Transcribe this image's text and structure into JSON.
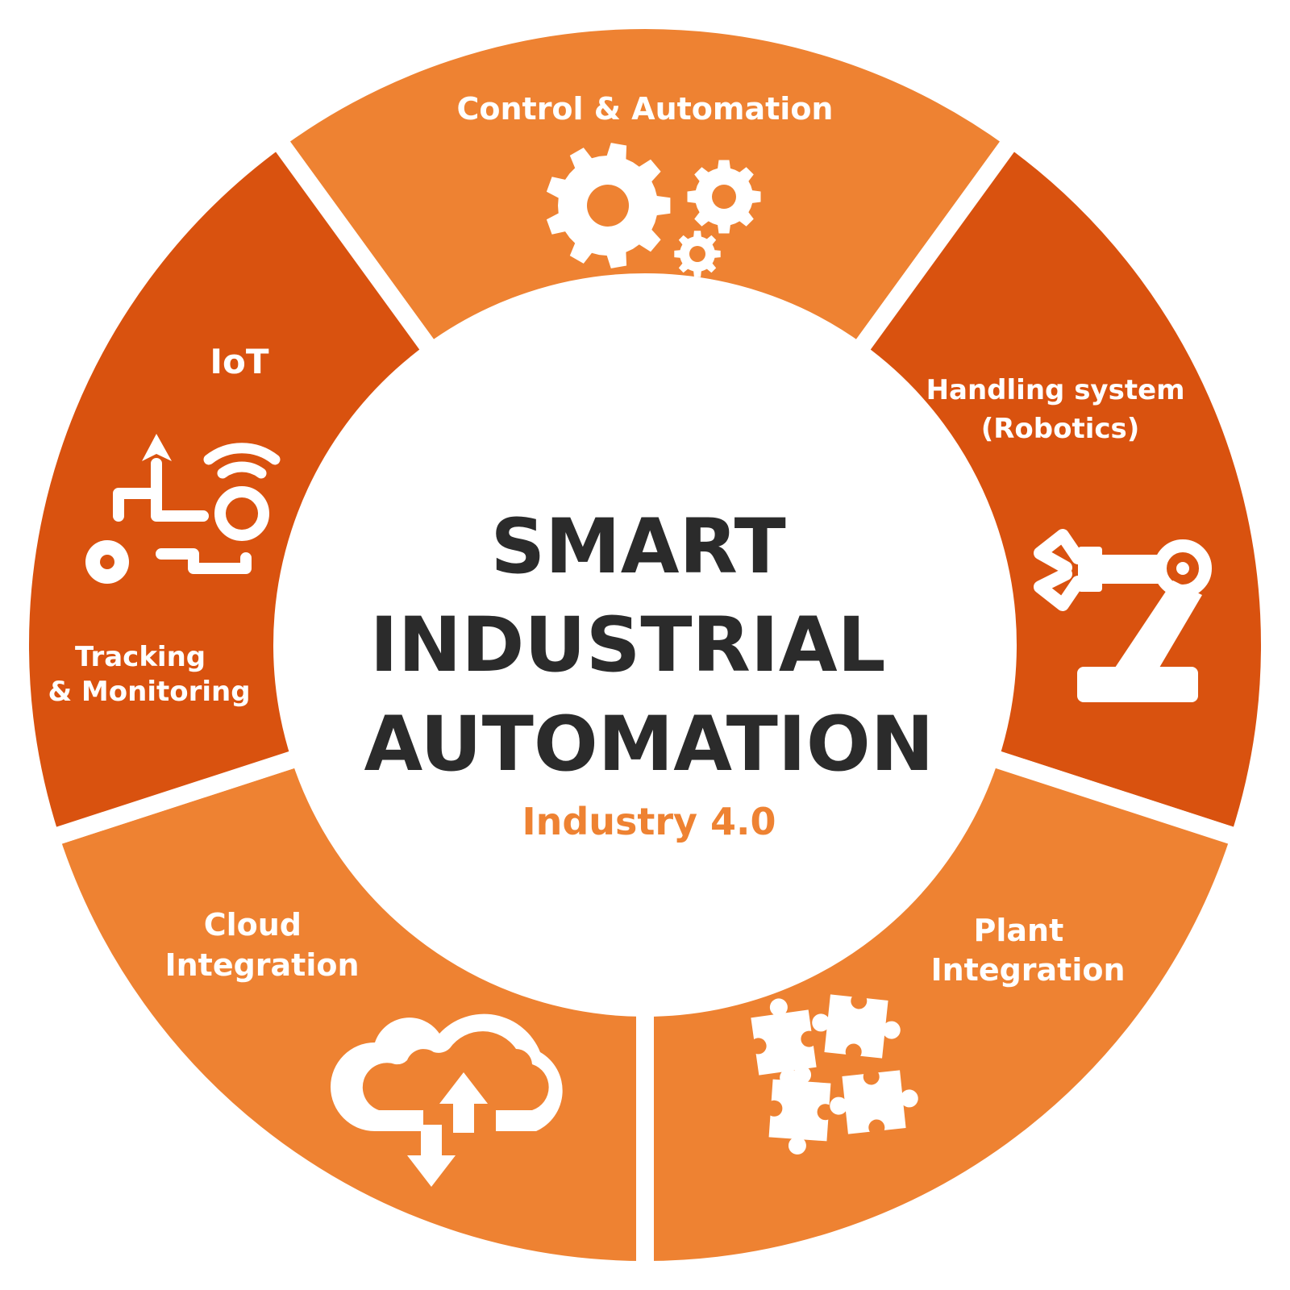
{
  "colors": {
    "light_orange": "#EE8232",
    "dark_orange": "#D9520F",
    "title_text": "#2B2B2B",
    "subtitle_text": "#EE8232",
    "icon": "#FFFFFF",
    "background": "#FFFFFF"
  },
  "center": {
    "title_lines": [
      "SMART",
      "INDUSTRIAL",
      "AUTOMATION"
    ],
    "subtitle": "Industry 4.0"
  },
  "segments": [
    {
      "id": "control-automation",
      "tone": "light",
      "label_lines": [
        "Control & Automation"
      ],
      "icon": "gears-icon"
    },
    {
      "id": "handling-system",
      "tone": "dark",
      "label_lines": [
        "Handling system",
        "(Robotics)"
      ],
      "icon": "robot-arm-icon"
    },
    {
      "id": "plant-integration",
      "tone": "light",
      "label_lines": [
        "Plant",
        "Integration"
      ],
      "icon": "puzzle-icon"
    },
    {
      "id": "cloud-integration",
      "tone": "light",
      "label_lines": [
        "Cloud",
        "Integration"
      ],
      "icon": "cloud-sync-icon"
    },
    {
      "id": "iot",
      "tone": "dark",
      "label_lines": [
        "IoT"
      ],
      "extra_label_lines": [
        "Tracking",
        "& Monitoring"
      ],
      "icon": "iot-network-icon"
    }
  ]
}
